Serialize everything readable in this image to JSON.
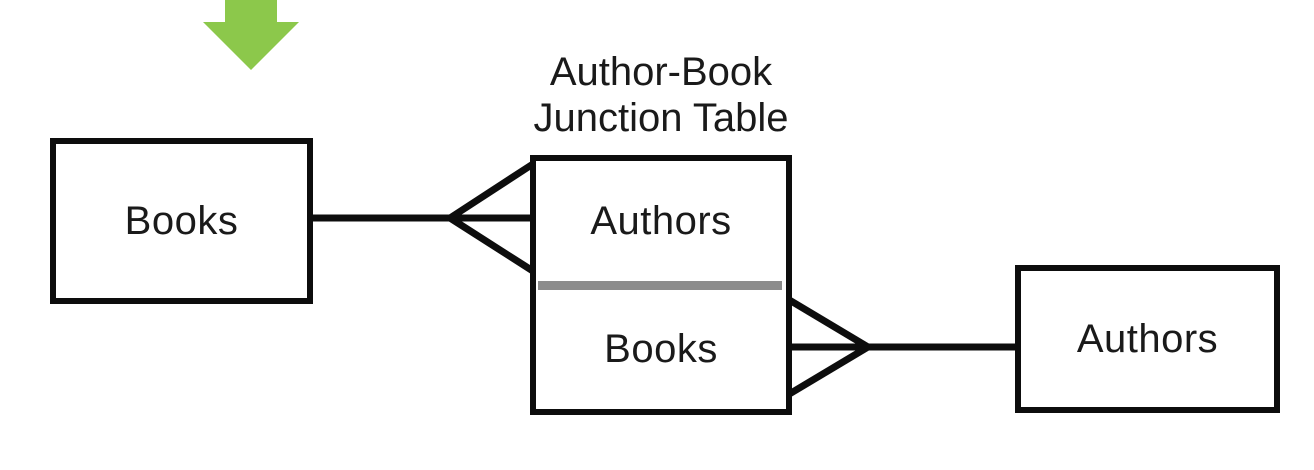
{
  "diagram": {
    "title": "Author-Book\nJunction Table",
    "entities": {
      "books": {
        "label": "Books"
      },
      "junction": {
        "top_row": "Authors",
        "bottom_row": "Books"
      },
      "authors": {
        "label": "Authors"
      }
    },
    "relationships": [
      {
        "between": "Books and junction table",
        "junction_side_symbol": "crow-foot-many"
      },
      {
        "between": "Authors and junction table",
        "junction_side_symbol": "crow-foot-many"
      }
    ],
    "icons": {
      "pointer": "down-arrow-icon",
      "left_connector_end": "crow-foot-many-icon",
      "right_connector_end": "crow-foot-many-icon"
    },
    "colors": {
      "line": "#0d0d0d",
      "text": "#1a1a1a",
      "divider": "#8c8c8c",
      "arrow": "#8cc84b",
      "background": "#ffffff"
    }
  }
}
